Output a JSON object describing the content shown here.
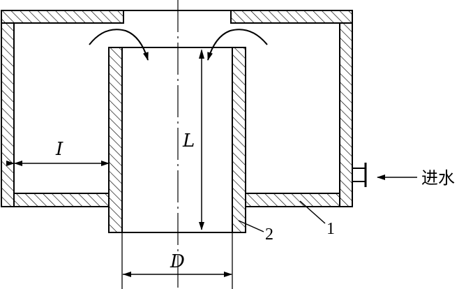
{
  "labels": {
    "dim_I": "I",
    "dim_L": "L",
    "dim_D": "D",
    "part_1": "1",
    "part_2": "2",
    "inlet": "进水"
  },
  "colors": {
    "ink": "#000000",
    "background": "#ffffff"
  }
}
